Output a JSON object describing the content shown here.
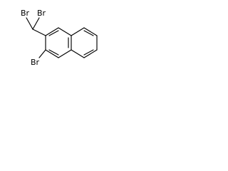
{
  "structure": {
    "atoms": [
      {
        "id": "br1",
        "element": "Br",
        "label": "Br"
      },
      {
        "id": "br2",
        "element": "Br",
        "label": "Br"
      },
      {
        "id": "br3",
        "element": "Br",
        "label": "Br"
      }
    ],
    "bond_color": "#000000",
    "label_color": "#000000"
  }
}
